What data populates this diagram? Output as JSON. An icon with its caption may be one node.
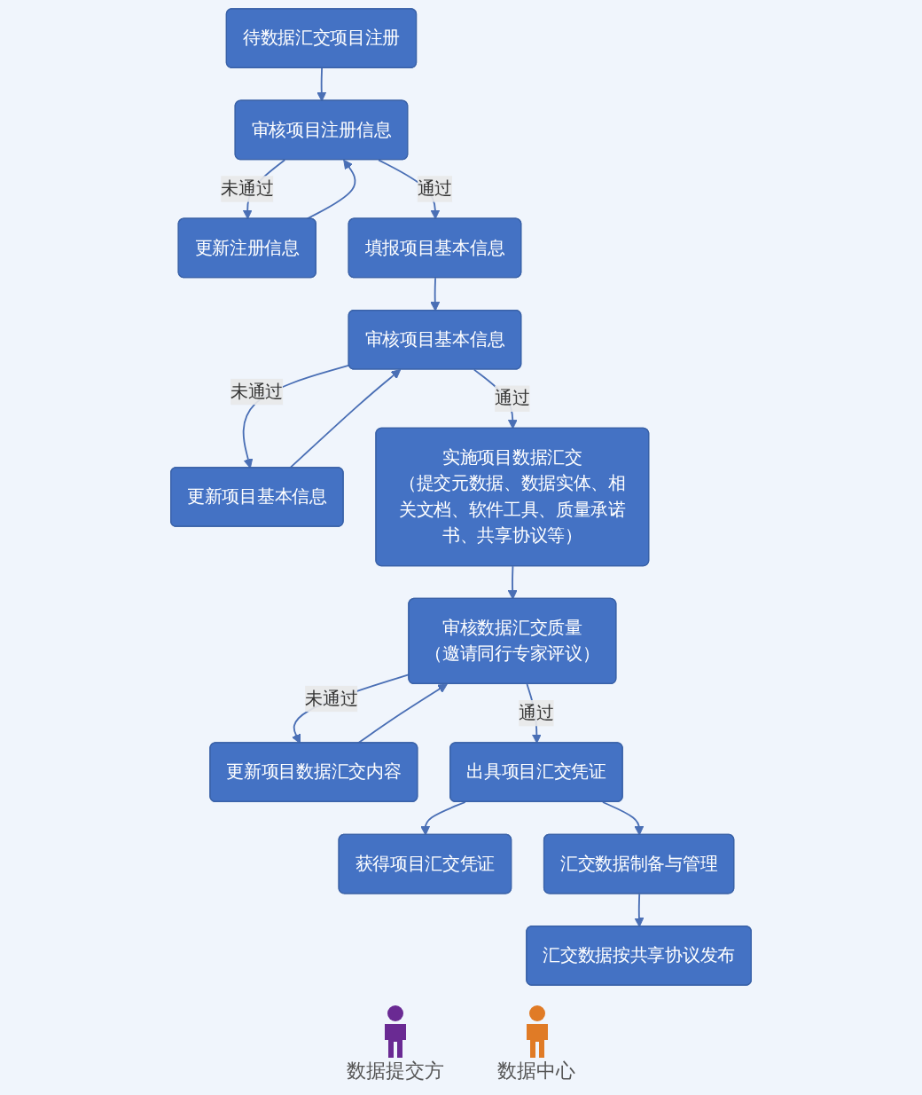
{
  "diagram": {
    "nodes": [
      {
        "text": [
          "待数据汇交项目注册"
        ]
      },
      {
        "text": [
          "更新注册信息"
        ]
      },
      {
        "text": [
          "审核项目注册信息"
        ]
      },
      {
        "text": [
          "填报项目基本信息"
        ]
      },
      {
        "text": [
          "更新项目基本信息"
        ]
      },
      {
        "text": [
          "审核项目基本信息"
        ]
      },
      {
        "text": [
          "实施项目数据汇交",
          "（提交元数据、数据实体、相关文档、软件工具、质量承诺书、共享协议等）"
        ]
      },
      {
        "text": [
          "更新项目数据汇交内容"
        ]
      },
      {
        "text": [
          "审核数据汇交质量",
          "（邀请同行专家评议）"
        ]
      },
      {
        "text": [
          "获得项目汇交凭证"
        ]
      },
      {
        "text": [
          "出具项目汇交凭证"
        ]
      },
      {
        "text": [
          "汇交数据制备与管理"
        ]
      },
      {
        "text": [
          "汇交数据按共享协议发布"
        ]
      }
    ],
    "edges": [
      {
        "from": 0,
        "to": 2,
        "arrow": "to"
      },
      {
        "from": 2,
        "to": 1,
        "arrow": "to",
        "label": "未通过"
      },
      {
        "from": 1,
        "to": 2,
        "arrow": "to"
      },
      {
        "from": 2,
        "to": 3,
        "arrow": "to",
        "label": "通过"
      },
      {
        "from": 3,
        "to": 5,
        "arrow": "to"
      },
      {
        "from": 5,
        "to": 4,
        "arrow": "to",
        "label": "未通过"
      },
      {
        "from": 4,
        "to": 5,
        "arrow": "to"
      },
      {
        "from": 5,
        "to": 6,
        "arrow": "to",
        "label": "通过"
      },
      {
        "from": 6,
        "to": 8,
        "arrow": "to"
      },
      {
        "from": 8,
        "to": 7,
        "arrow": "to",
        "label": "未通过"
      },
      {
        "from": 7,
        "to": 8,
        "arrow": "to"
      },
      {
        "from": 8,
        "to": 10,
        "arrow": "to",
        "label": "通过"
      },
      {
        "from": 10,
        "to": 9,
        "arrow": "to"
      },
      {
        "from": 10,
        "to": 11,
        "arrow": "to"
      },
      {
        "from": 11,
        "to": 12,
        "arrow": "to"
      }
    ],
    "legend": [
      {
        "text": "数据提交方",
        "color": "#6a2a93"
      },
      {
        "text": "数据中心",
        "color": "#e07b26"
      }
    ]
  }
}
